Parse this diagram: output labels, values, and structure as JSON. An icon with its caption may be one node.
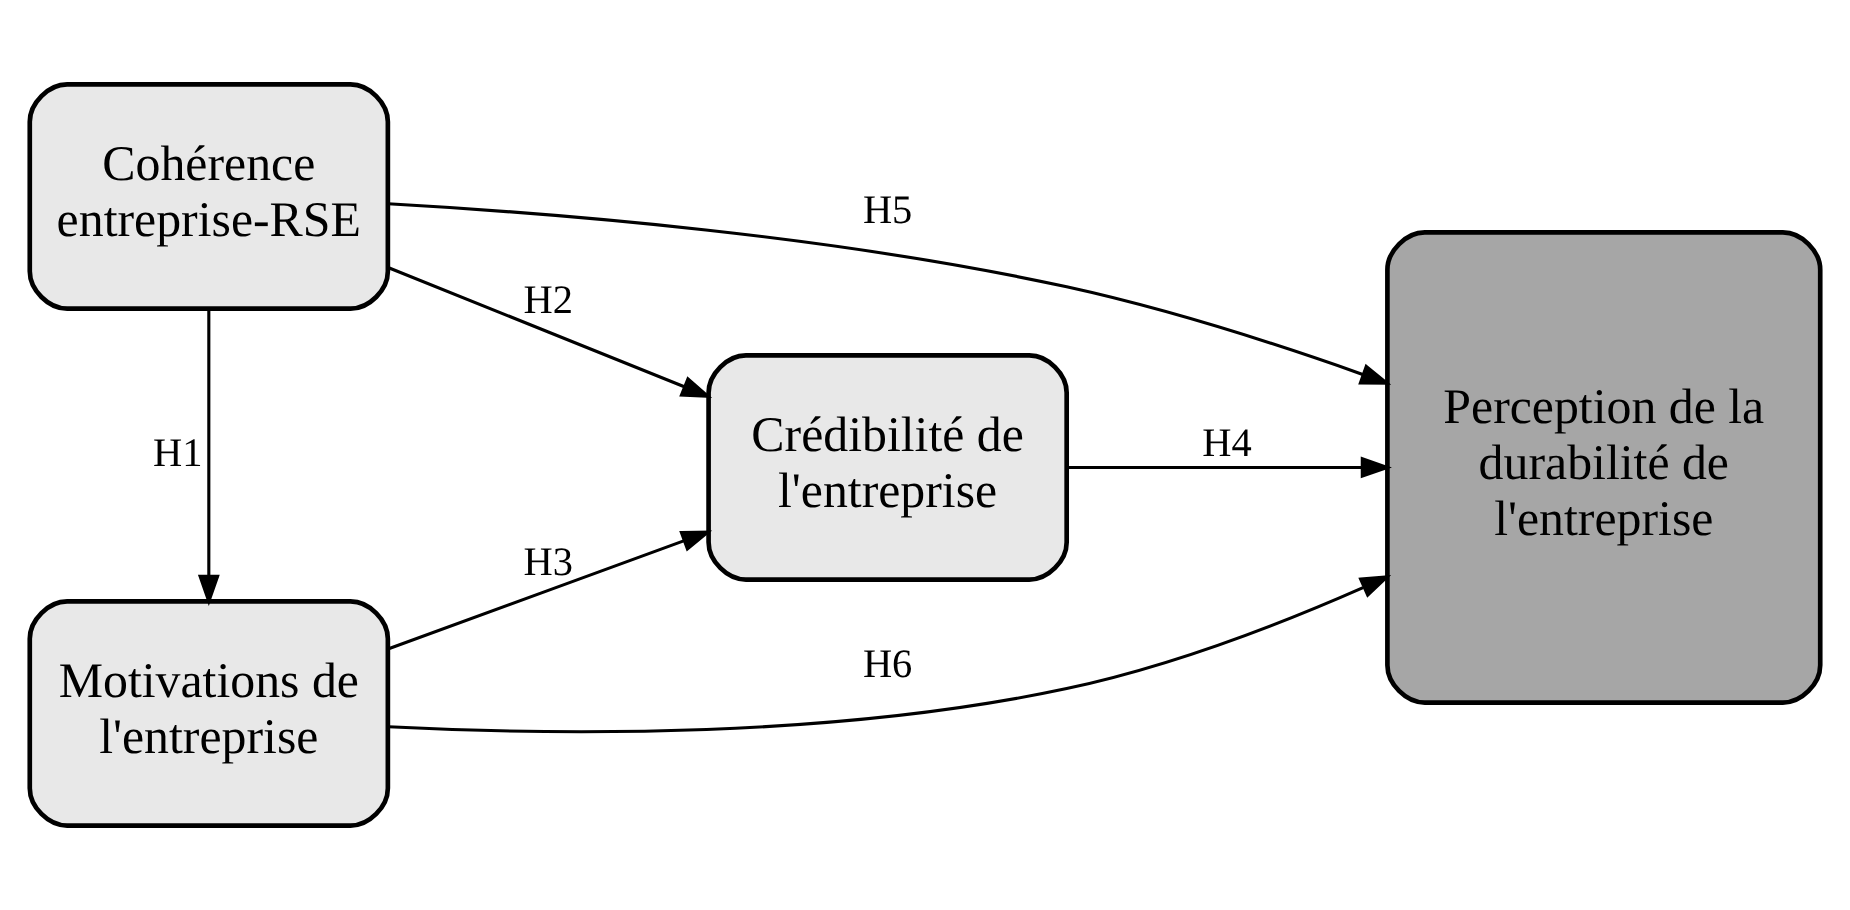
{
  "diagram": {
    "nodes": [
      {
        "text": [
          "Cohérence entreprise-RSE"
        ]
      },
      {
        "text": [
          "Motivations de l'entreprise"
        ]
      },
      {
        "text": [
          "Crédibilité de l'entreprise"
        ]
      },
      {
        "text": [
          "Perception de la durabilité de l'entreprise"
        ]
      }
    ],
    "edges": [
      {
        "from": 0,
        "to": 3,
        "label": "H5",
        "arrow": "to"
      },
      {
        "from": 0,
        "to": 2,
        "label": "H2",
        "arrow": "to"
      },
      {
        "from": 0,
        "to": 1,
        "label": "H1",
        "arrow": "to"
      },
      {
        "from": 1,
        "to": 2,
        "label": "H3",
        "arrow": "to"
      },
      {
        "from": 2,
        "to": 3,
        "label": "H4",
        "arrow": "to"
      },
      {
        "from": 1,
        "to": 3,
        "label": "H6",
        "arrow": "to"
      }
    ]
  }
}
